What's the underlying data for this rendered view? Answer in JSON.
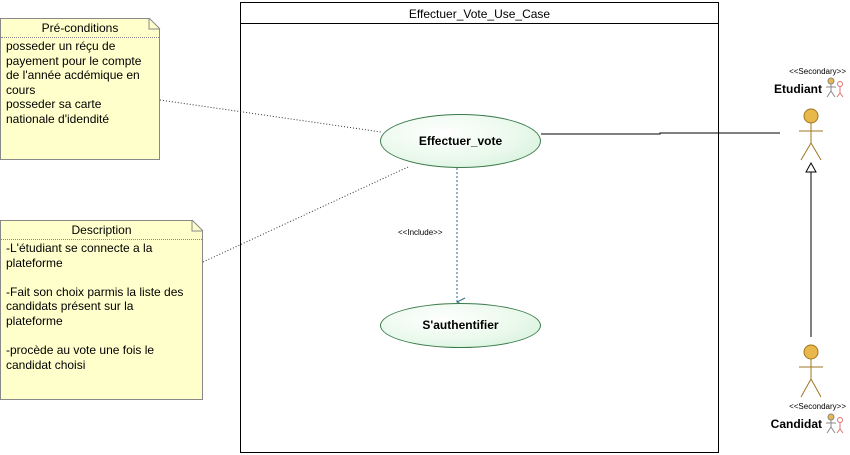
{
  "system": {
    "title": "Effectuer_Vote_Use_Case"
  },
  "notes": {
    "preconditions": {
      "title": "Pré-conditions",
      "body": "posseder un réçu de\npayement pour le compte\nde l'année acdémique en\ncours\nposseder sa carte\nnationale d'idendité"
    },
    "description": {
      "title": "Description",
      "body": "-L'étudiant se connecte a la\nplateforme\n\n-Fait son choix parmis la liste des\ncandidats présent sur la\nplateforme\n\n-procède au vote une fois le\ncandidat choisi"
    }
  },
  "use_cases": {
    "vote": "Effectuer_vote",
    "auth": "S'authentifier"
  },
  "relations": {
    "include_label": "<<Include>>"
  },
  "actors": {
    "etudiant": {
      "stereotype": "<<Secondary>>",
      "name": "Etudiant"
    },
    "candidat": {
      "stereotype": "<<Secondary>>",
      "name": "Candidat"
    }
  },
  "colors": {
    "note_fill": "#ffffcc",
    "usecase_fill": "#eaf9ec",
    "usecase_stroke": "#3a7a4a",
    "actor_fill": "#e8b84a",
    "include_line": "#2e6b8a"
  }
}
